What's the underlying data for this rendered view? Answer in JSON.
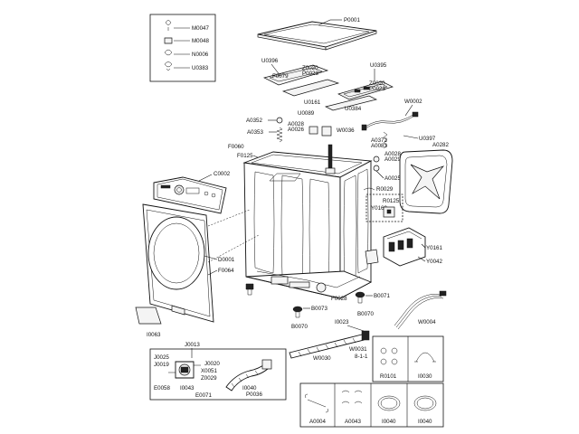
{
  "labels": {
    "P0001": "P0001",
    "M0047": "M0047",
    "M0048": "M0048",
    "N0006": "N0006",
    "U0383": "U0383",
    "U0396": "U0396",
    "F0079": "F0079",
    "Z0020a": "Z0020",
    "P0023a": "P0023",
    "U0395": "U0395",
    "Z0020b": "Z0020",
    "P0023b": "P0023",
    "U0161": "U0161",
    "U0384": "U0384",
    "W0002": "W0002",
    "U0089": "U0089",
    "A0352": "A0352",
    "A0028a": "A0028",
    "A0026a": "A0026",
    "W0036": "W0036",
    "U0397": "U0397",
    "A0353": "A0353",
    "A0372": "A0372",
    "A0083": "A0083",
    "A0282": "A0282",
    "F0060": "F0060",
    "F0125": "F0125",
    "A0028b": "A0028",
    "A0029": "A0029",
    "C0002": "C0002",
    "A0025": "A0025",
    "R0029": "R0029",
    "R0125": "R0125",
    "Y0160": "Y0160",
    "Y0161": "Y0161",
    "Y0042": "Y0042",
    "D0001": "D0001",
    "F0064": "F0064",
    "F0028": "F0028",
    "B0071": "B0071",
    "B0073": "B0073",
    "B0070a": "B0070",
    "B0070b": "B0070",
    "I0063": "I0063",
    "W0004": "W0004",
    "I0023": "I0023",
    "W0031": "W0031",
    "ratio": "8-1-1",
    "W0030": "W0030",
    "J0013": "J0013",
    "J0025": "J0025",
    "J0019": "J0019",
    "J0020": "J0020",
    "X0051": "X0051",
    "Z0029": "Z0029",
    "E0058": "E0058",
    "I0043": "I0043",
    "I0040a": "I0040",
    "E0071": "E0071",
    "P0036": "P0036",
    "R0101": "R0101",
    "I0030": "I0030",
    "A0004": "A0004",
    "A0043": "A0043",
    "I0040b": "I0040",
    "I0040c": "I0040"
  },
  "colors": {
    "ink": "#111111",
    "paper": "#ffffff"
  }
}
